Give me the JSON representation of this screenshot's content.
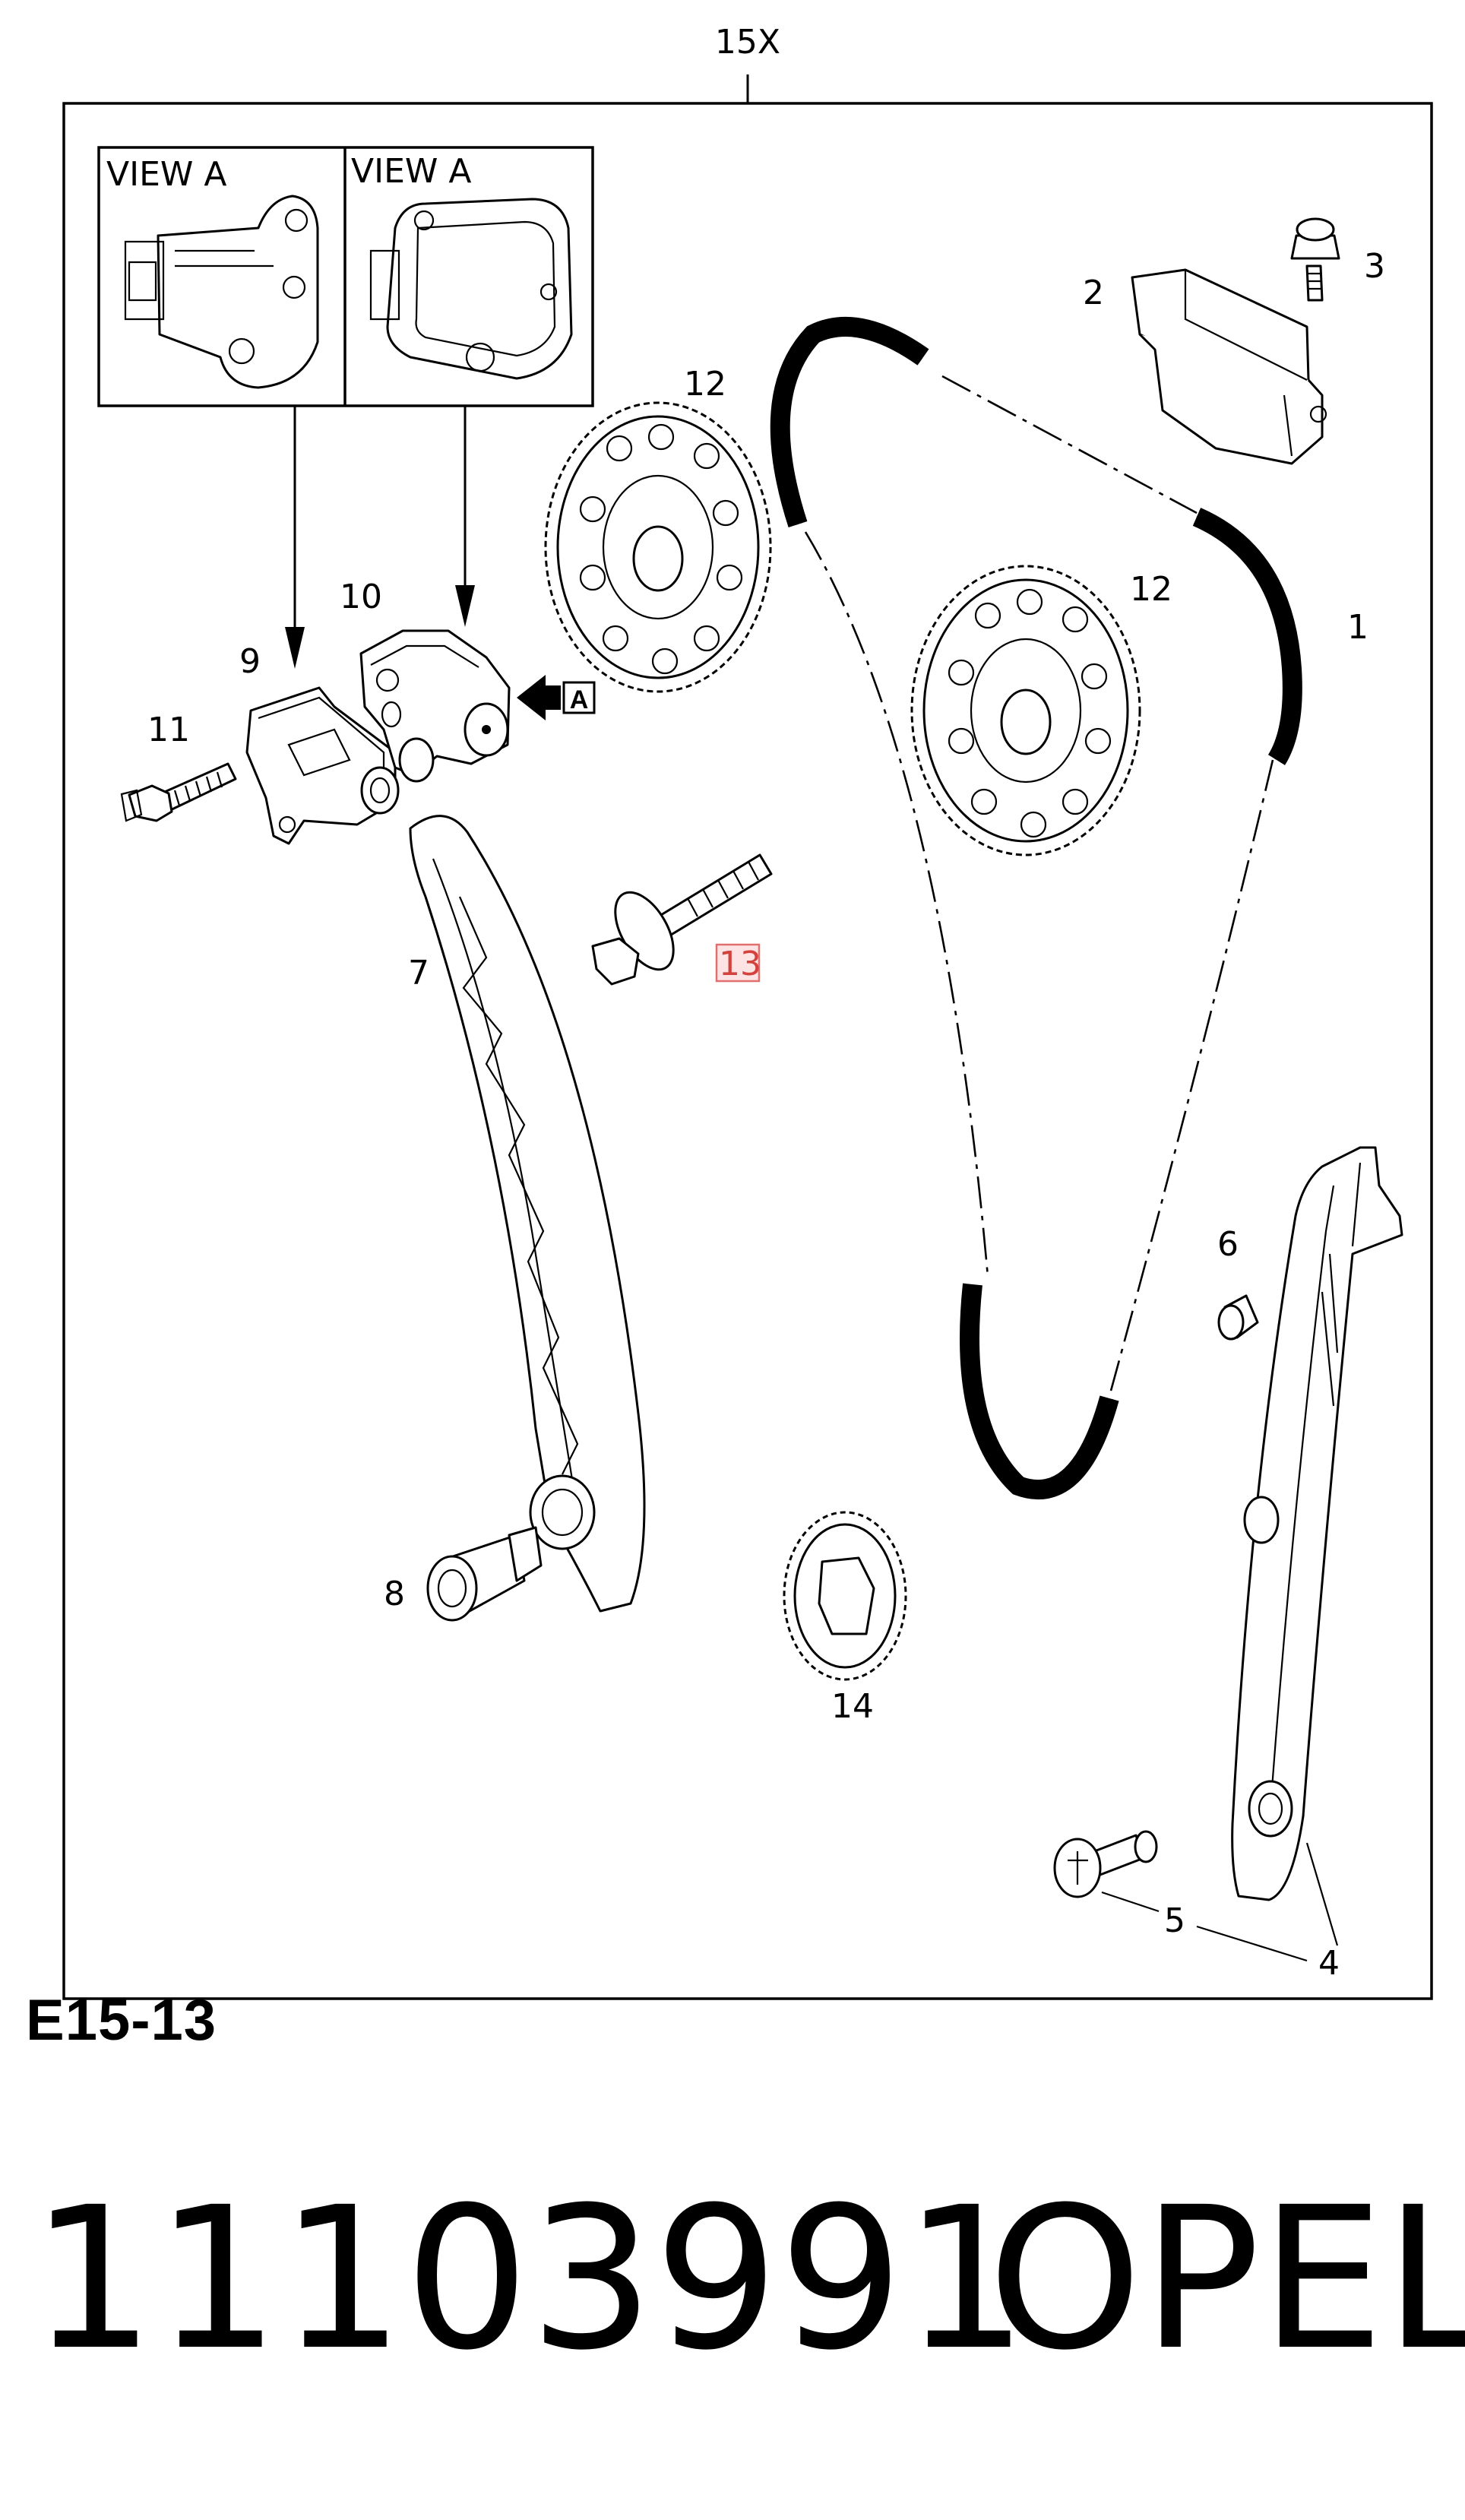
{
  "diagram": {
    "set_label": "15X",
    "view_a_left": "VIEW A",
    "view_a_right": "VIEW A",
    "view_marker": "A",
    "callouts": {
      "p1": "1",
      "p2": "2",
      "p3": "3",
      "p4": "4",
      "p5": "5",
      "p6": "6",
      "p7": "7",
      "p8": "8",
      "p9": "9",
      "p10": "10",
      "p11": "11",
      "p12a": "12",
      "p12b": "12",
      "p13": "13",
      "p14": "14"
    },
    "highlighted_callout": "13",
    "highlight_color": "#d4423e"
  },
  "figure_code": "E15-13",
  "part_number": "11103991",
  "brand": "OPEL"
}
